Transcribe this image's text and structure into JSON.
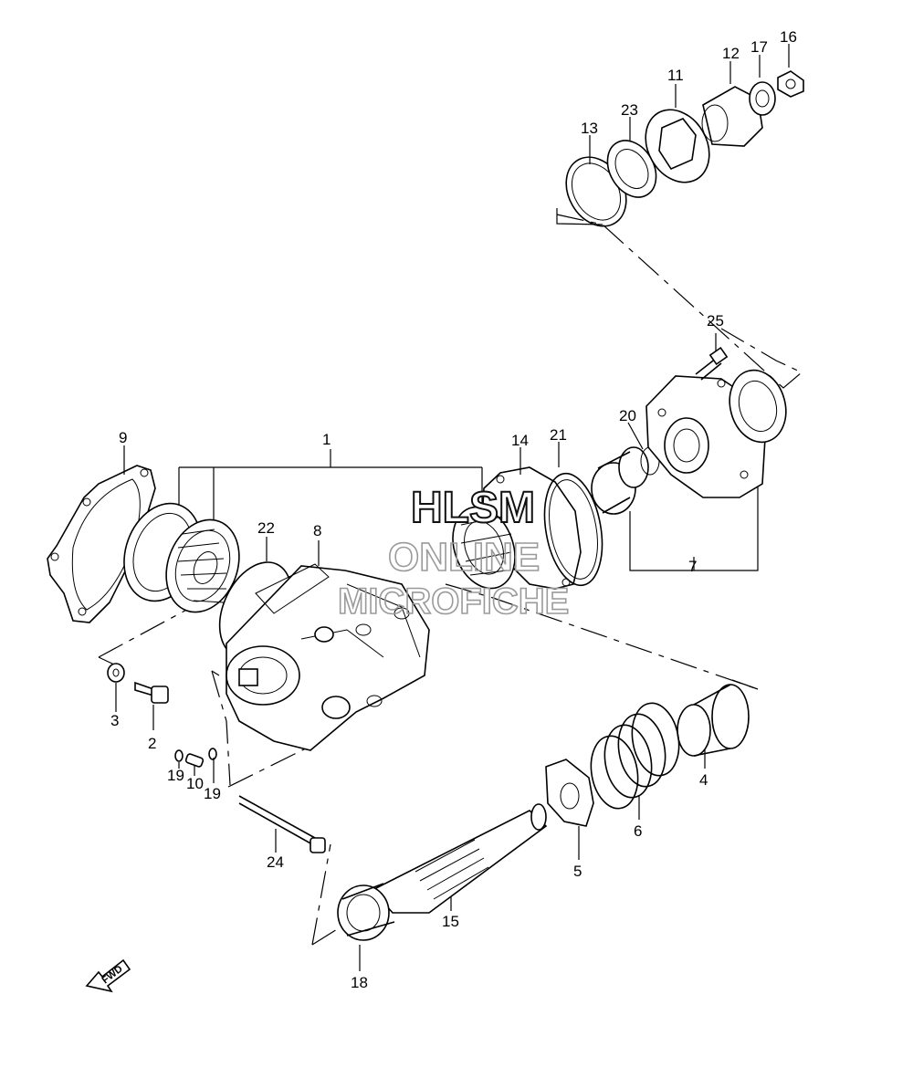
{
  "diagram": {
    "callouts": [
      "1",
      "2",
      "3",
      "4",
      "5",
      "6",
      "7",
      "8",
      "9",
      "10",
      "11",
      "12",
      "13",
      "14",
      "15",
      "16",
      "17",
      "18",
      "19",
      "19",
      "20",
      "21",
      "22",
      "23",
      "24",
      "25"
    ],
    "watermark": {
      "line1": "HLSM",
      "line2": "ONLINE",
      "line3": "MICROFICHE"
    },
    "fwd_label": "FWD"
  }
}
